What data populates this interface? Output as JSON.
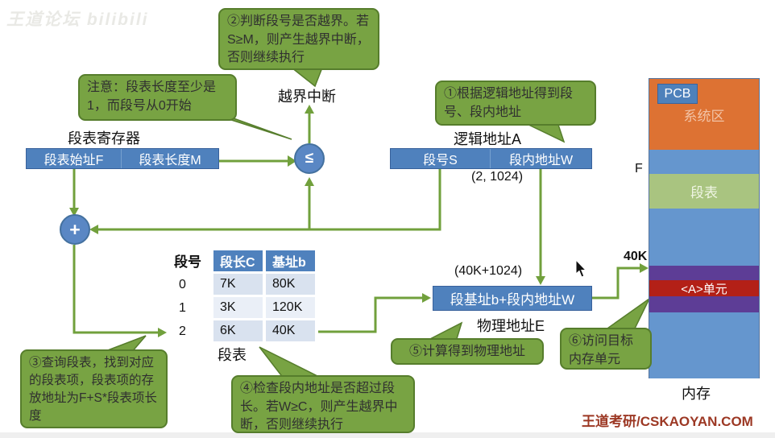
{
  "watermarks": {
    "top": "王道论坛 bilibili",
    "bottom": "王道考研/CSKAOYAN.COM"
  },
  "callouts": {
    "note": "注意：段表长度至少是1，而段号从0开始",
    "step1": "①根据逻辑地址得到段号、段内地址",
    "step2": "②判断段号是否越界。若S≥M，则产生越界中断，否则继续执行",
    "step3": "③查询段表，找到对应的段表项，段表项的存放地址为F+S*段表项长度",
    "step4": "④检查段内地址是否超过段长。若W≥C，则产生越界中断，否则继续执行",
    "step5": "⑤计算得到物理地址",
    "step6": "⑥访问目标内存单元"
  },
  "labels": {
    "segment_table_register": "段表寄存器",
    "out_of_bounds_interrupt": "越界中断",
    "logical_address": "逻辑地址A",
    "logical_address_value": "(2, 1024)",
    "physical_address_calc": "(40K+1024)",
    "physical_address": "物理地址E",
    "segment_table": "段表",
    "le_operator": "≤",
    "plus_operator": "+"
  },
  "register_box": {
    "cells": [
      "段表始址F",
      "段表长度M"
    ]
  },
  "logical_address_box": {
    "cells": [
      "段号S",
      "段内地址W"
    ]
  },
  "physical_address_box": {
    "label": "段基址b+段内地址W"
  },
  "segment_table": {
    "row_header_label": "段号",
    "columns": [
      "段长C",
      "基址b"
    ],
    "rows": [
      {
        "seg": "0",
        "length": "7K",
        "base": "80K"
      },
      {
        "seg": "1",
        "length": "3K",
        "base": "120K"
      },
      {
        "seg": "2",
        "length": "6K",
        "base": "40K"
      }
    ],
    "caption": "段表"
  },
  "memory_map": {
    "pcb": "PCB",
    "system_area": "系统区",
    "segment_table_block": "段表",
    "target_cell": "<A>单元",
    "memory_label": "内存",
    "f_pointer": "F",
    "offset_40k": "40K"
  },
  "colors": {
    "callout_green": "#78a343",
    "line_green": "#71a03c",
    "box_blue": "#4f81bd",
    "memory_orange": "#dd7233",
    "memory_blue": "#6596ce",
    "memory_green": "#a9c480",
    "memory_purple": "#5d3d96",
    "memory_red": "#b32017",
    "watermark_red": "#9c3824"
  }
}
